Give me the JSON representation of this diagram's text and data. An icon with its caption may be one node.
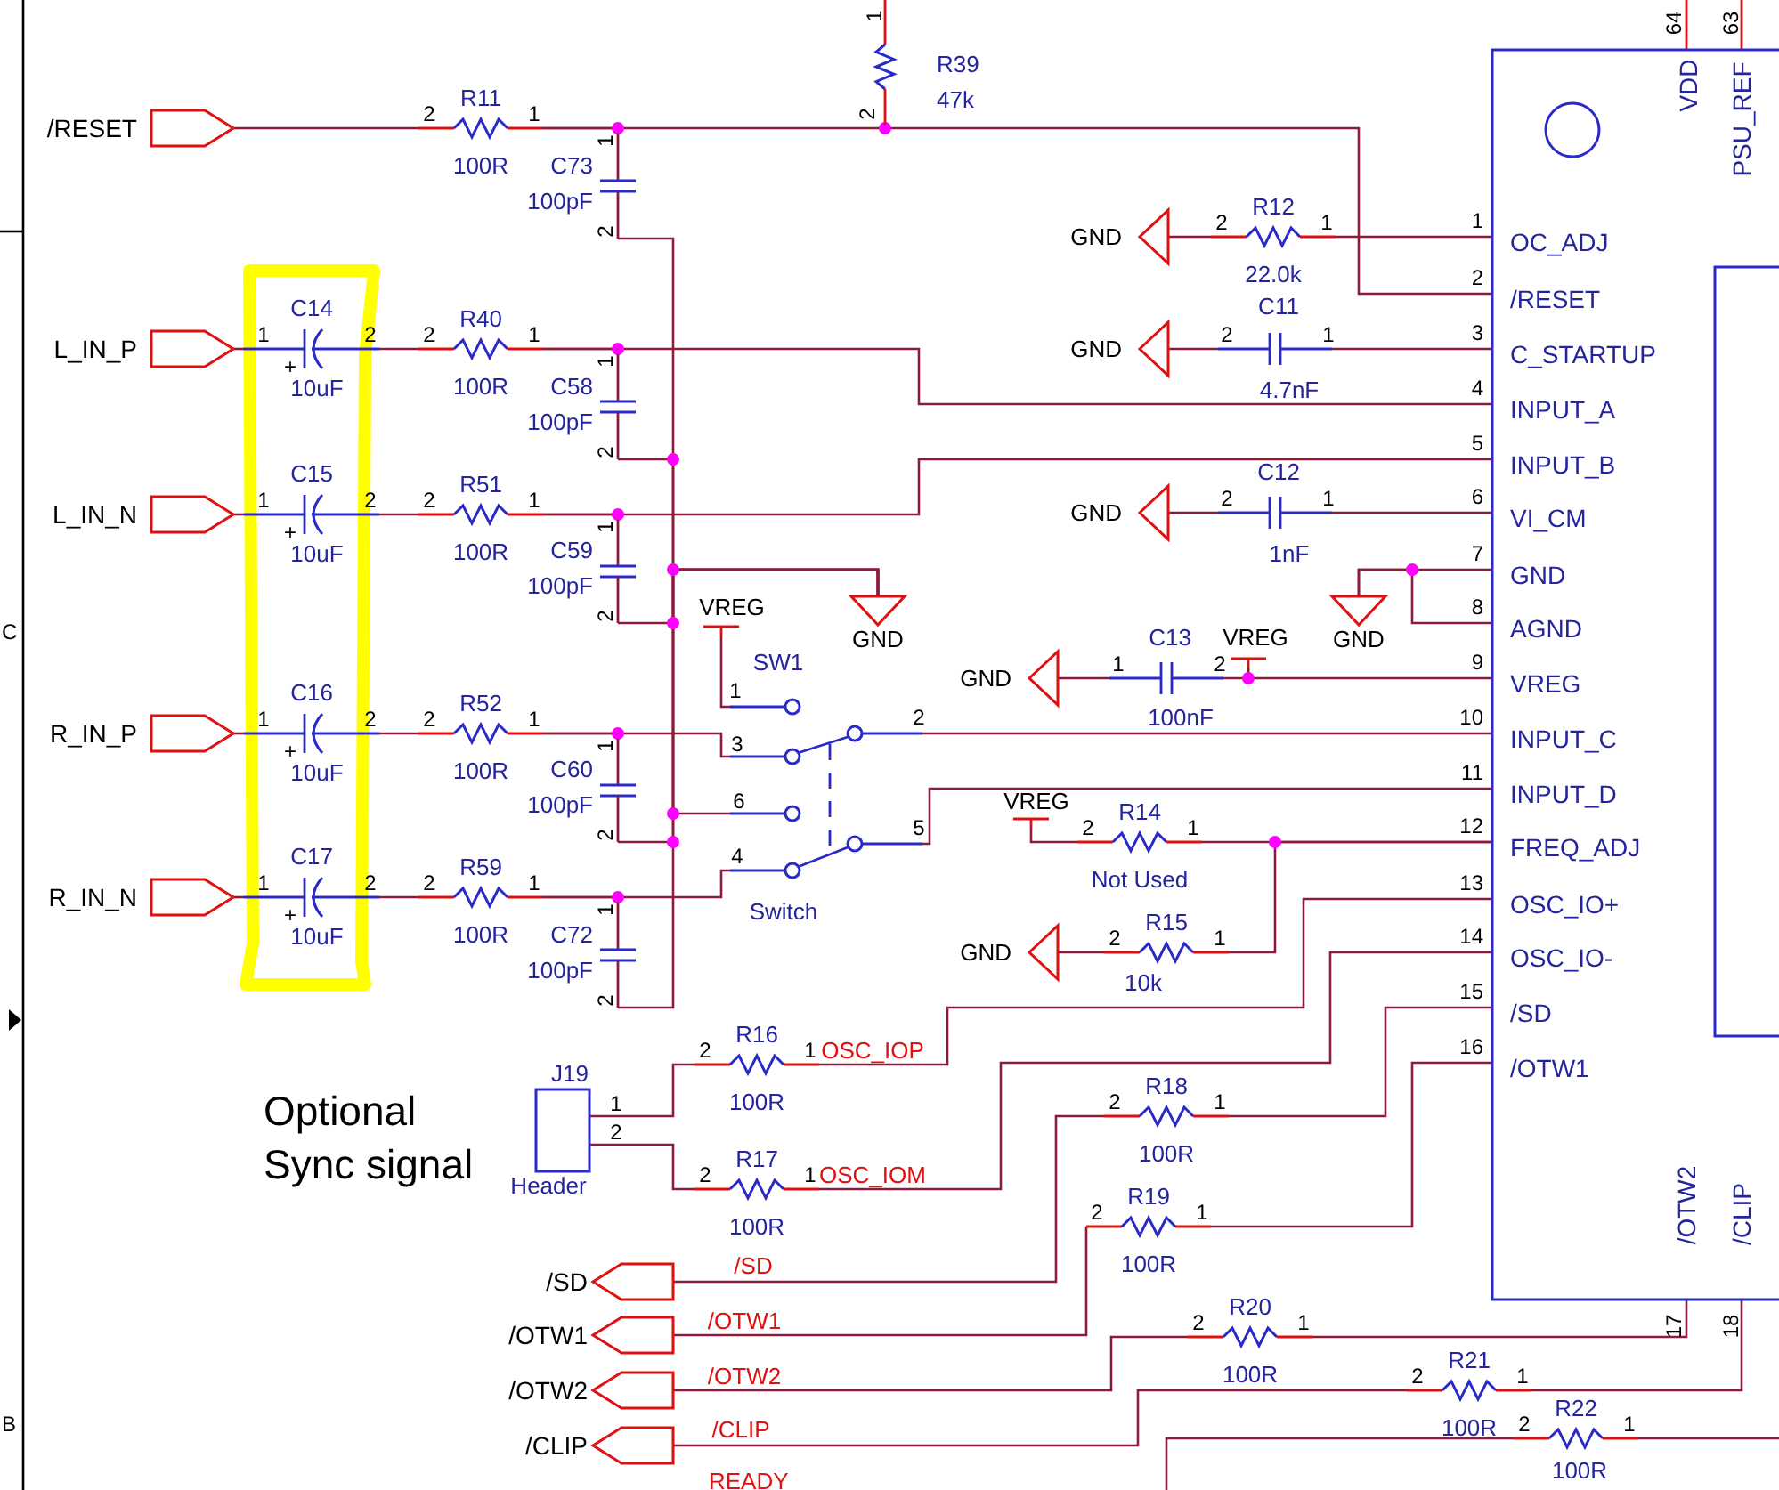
{
  "diagram": {
    "nodes": [
      {
        "text": [
          "/RESET"
        ]
      },
      {
        "text": [
          "L_IN_P"
        ]
      },
      {
        "text": [
          "L_IN_N"
        ]
      },
      {
        "text": [
          "R_IN_P"
        ]
      },
      {
        "text": [
          "R_IN_N"
        ]
      },
      {
        "text": [
          "R11",
          "100R",
          "2",
          "1"
        ]
      },
      {
        "text": [
          "R39",
          "47k",
          "1",
          "2"
        ]
      },
      {
        "text": [
          "C73",
          "100pF",
          "1",
          "2"
        ]
      },
      {
        "text": [
          "C14",
          "10uF",
          "1",
          "2",
          "+"
        ]
      },
      {
        "text": [
          "R40",
          "100R",
          "2",
          "1"
        ]
      },
      {
        "text": [
          "C58",
          "100pF",
          "1",
          "2"
        ]
      },
      {
        "text": [
          "C15",
          "10uF",
          "1",
          "2",
          "+"
        ]
      },
      {
        "text": [
          "R51",
          "100R",
          "2",
          "1"
        ]
      },
      {
        "text": [
          "C59",
          "100pF",
          "1",
          "2"
        ]
      },
      {
        "text": [
          "C16",
          "10uF",
          "1",
          "2",
          "+"
        ]
      },
      {
        "text": [
          "R52",
          "100R",
          "2",
          "1"
        ]
      },
      {
        "text": [
          "C60",
          "100pF",
          "1",
          "2"
        ]
      },
      {
        "text": [
          "C17",
          "10uF",
          "1",
          "2",
          "+"
        ]
      },
      {
        "text": [
          "R59",
          "100R",
          "2",
          "1"
        ]
      },
      {
        "text": [
          "C72",
          "100pF",
          "1",
          "2"
        ]
      },
      {
        "text": [
          "VREG"
        ]
      },
      {
        "text": [
          "SW1",
          "Switch",
          "1",
          "2",
          "3",
          "6",
          "5",
          "4"
        ]
      },
      {
        "text": [
          "GND"
        ]
      },
      {
        "text": [
          "VDD",
          "PSU_REF",
          "OC_ADJ",
          "/RESET",
          "C_STARTUP",
          "INPUT_A",
          "INPUT_B",
          "VI_CM",
          "GND",
          "AGND",
          "VREG",
          "INPUT_C",
          "INPUT_D",
          "FREQ_ADJ",
          "OSC_IO+",
          "OSC_IO-",
          "/SD",
          "/OTW1",
          "/OTW2",
          "/CLIP"
        ],
        "beside": [
          "64",
          "63",
          "1",
          "2",
          "3",
          "4",
          "5",
          "6",
          "7",
          "8",
          "9",
          "10",
          "11",
          "12",
          "13",
          "14",
          "15",
          "16",
          "17",
          "18"
        ]
      },
      {
        "text": [
          "GND"
        ]
      },
      {
        "text": [
          "R12",
          "22.0k",
          "2",
          "1"
        ]
      },
      {
        "text": [
          "GND"
        ]
      },
      {
        "text": [
          "C11",
          "4.7nF",
          "2",
          "1"
        ]
      },
      {
        "text": [
          "GND"
        ]
      },
      {
        "text": [
          "C12",
          "1nF",
          "2",
          "1"
        ]
      },
      {
        "text": [
          "GND"
        ]
      },
      {
        "text": [
          "GND"
        ]
      },
      {
        "text": [
          "C13",
          "100nF",
          "1",
          "2"
        ]
      },
      {
        "text": [
          "VREG"
        ]
      },
      {
        "text": [
          "VREG"
        ]
      },
      {
        "text": [
          "R14",
          "Not Used",
          "2",
          "1"
        ]
      },
      {
        "text": [
          "GND"
        ]
      },
      {
        "text": [
          "R15",
          "10k",
          "2",
          "1"
        ]
      },
      {
        "text": [
          "J19",
          "Header"
        ],
        "beside": [
          "1",
          "2"
        ]
      },
      {
        "text": [
          "R16",
          "100R",
          "2",
          "1"
        ]
      },
      {
        "text": [
          "R17",
          "100R",
          "2",
          "1"
        ]
      },
      {
        "text": [
          "/SD"
        ]
      },
      {
        "text": [
          "/OTW1"
        ]
      },
      {
        "text": [
          "/OTW2"
        ]
      },
      {
        "text": [
          "/CLIP"
        ]
      },
      {
        "text": [
          "R18",
          "100R",
          "2",
          "1"
        ]
      },
      {
        "text": [
          "R19",
          "100R",
          "2",
          "1"
        ]
      },
      {
        "text": [
          "R20",
          "100R",
          "2",
          "1"
        ]
      },
      {
        "text": [
          "R21",
          "100R",
          "2",
          "1"
        ]
      },
      {
        "text": [
          "R22",
          "100R",
          "2",
          "1"
        ]
      },
      {
        "text": [],
        "shape": "box"
      }
    ],
    "edges": [
      {
        "from": 0,
        "to": 5,
        "arrow": "none"
      },
      {
        "from": 5,
        "to": 7,
        "arrow": "none"
      },
      {
        "from": 5,
        "to": 6,
        "arrow": "none"
      },
      {
        "from": 6,
        "to": 23,
        "arrow": "none"
      },
      {
        "from": 1,
        "to": 8,
        "arrow": "none"
      },
      {
        "from": 8,
        "to": 9,
        "arrow": "none"
      },
      {
        "from": 9,
        "to": 10,
        "arrow": "none"
      },
      {
        "from": 9,
        "to": 23,
        "arrow": "none"
      },
      {
        "from": 2,
        "to": 11,
        "arrow": "none"
      },
      {
        "from": 11,
        "to": 12,
        "arrow": "none"
      },
      {
        "from": 12,
        "to": 13,
        "arrow": "none"
      },
      {
        "from": 12,
        "to": 23,
        "arrow": "none"
      },
      {
        "from": 3,
        "to": 14,
        "arrow": "none"
      },
      {
        "from": 14,
        "to": 15,
        "arrow": "none"
      },
      {
        "from": 15,
        "to": 16,
        "arrow": "none"
      },
      {
        "from": 15,
        "to": 21,
        "arrow": "none"
      },
      {
        "from": 4,
        "to": 17,
        "arrow": "none"
      },
      {
        "from": 17,
        "to": 18,
        "arrow": "none"
      },
      {
        "from": 18,
        "to": 19,
        "arrow": "none"
      },
      {
        "from": 18,
        "to": 21,
        "arrow": "none"
      },
      {
        "from": 7,
        "to": 22,
        "arrow": "none"
      },
      {
        "from": 10,
        "to": 22,
        "arrow": "none"
      },
      {
        "from": 13,
        "to": 22,
        "arrow": "none"
      },
      {
        "from": 16,
        "to": 22,
        "arrow": "none"
      },
      {
        "from": 19,
        "to": 22,
        "arrow": "none"
      },
      {
        "from": 21,
        "to": 22,
        "arrow": "none"
      },
      {
        "from": 20,
        "to": 21,
        "arrow": "none"
      },
      {
        "from": 21,
        "to": 23,
        "arrow": "none"
      },
      {
        "from": 21,
        "to": 23,
        "arrow": "none"
      },
      {
        "from": 24,
        "to": 25,
        "arrow": "none"
      },
      {
        "from": 25,
        "to": 23,
        "arrow": "none"
      },
      {
        "from": 26,
        "to": 27,
        "arrow": "none"
      },
      {
        "from": 27,
        "to": 23,
        "arrow": "none"
      },
      {
        "from": 28,
        "to": 29,
        "arrow": "none"
      },
      {
        "from": 29,
        "to": 23,
        "arrow": "none"
      },
      {
        "from": 30,
        "to": 23,
        "arrow": "none"
      },
      {
        "from": 30,
        "to": 23,
        "arrow": "none"
      },
      {
        "from": 31,
        "to": 32,
        "arrow": "none"
      },
      {
        "from": 32,
        "to": 33,
        "arrow": "none"
      },
      {
        "from": 33,
        "to": 23,
        "arrow": "none"
      },
      {
        "from": 34,
        "to": 35,
        "arrow": "none"
      },
      {
        "from": 35,
        "to": 23,
        "arrow": "none"
      },
      {
        "from": 36,
        "to": 37,
        "arrow": "none"
      },
      {
        "from": 37,
        "to": 23,
        "arrow": "none"
      },
      {
        "from": 38,
        "to": 39,
        "arrow": "none"
      },
      {
        "from": 38,
        "to": 40,
        "arrow": "none"
      },
      {
        "from": 39,
        "to": 23,
        "arrow": "none",
        "label": "OSC_IOP"
      },
      {
        "from": 40,
        "to": 23,
        "arrow": "none",
        "label": "OSC_IOM"
      },
      {
        "from": 41,
        "to": 45,
        "arrow": "none",
        "label": "/SD"
      },
      {
        "from": 45,
        "to": 23,
        "arrow": "none"
      },
      {
        "from": 42,
        "to": 46,
        "arrow": "none",
        "label": "/OTW1"
      },
      {
        "from": 46,
        "to": 23,
        "arrow": "none"
      },
      {
        "from": 43,
        "to": 47,
        "arrow": "none",
        "label": "/OTW2"
      },
      {
        "from": 47,
        "to": 23,
        "arrow": "none"
      },
      {
        "from": 44,
        "to": 48,
        "arrow": "none",
        "label": "/CLIP"
      },
      {
        "from": 48,
        "to": 23,
        "arrow": "none"
      },
      {
        "from": null,
        "to": 49,
        "arrow": "none"
      },
      {
        "from": 49,
        "to": null,
        "arrow": "none"
      }
    ],
    "labels": [
      "C",
      "Optional Sync signal",
      "B",
      "READY"
    ]
  }
}
